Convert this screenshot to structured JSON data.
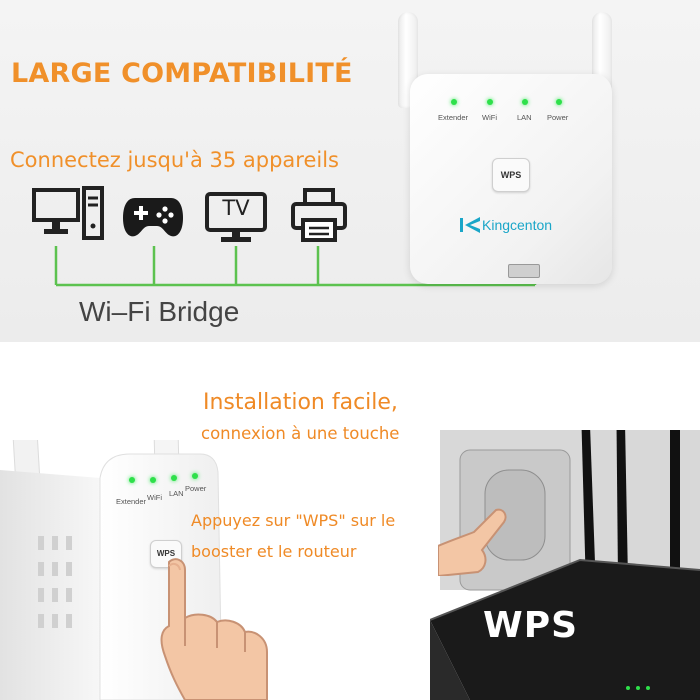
{
  "top": {
    "headline": "LARGE COMPATIBILITÉ",
    "subline": "Connectez jusqu'à 35 appareils",
    "bridge_label": "Wi–Fi Bridge",
    "devices": [
      {
        "icon": "desktop-computer-icon"
      },
      {
        "icon": "gamepad-icon"
      },
      {
        "icon": "tv-icon",
        "label": "TV"
      },
      {
        "icon": "printer-icon"
      }
    ],
    "extender": {
      "leds": [
        "Extender",
        "WiFi",
        "LAN",
        "Power"
      ],
      "wps_label": "WPS",
      "brand": "Kingcenton"
    }
  },
  "bottom": {
    "title": "Installation facile,",
    "subtitle": "connexion à une touche",
    "instruction_line1": "Appuyez sur \"WPS\" sur le",
    "instruction_line2": "booster et le routeur",
    "extender": {
      "leds": [
        "Extender",
        "WiFi",
        "LAN",
        "Power"
      ],
      "wps_label": "WPS"
    },
    "router_label": "WPS"
  },
  "colors": {
    "accent_orange": "#f0902a",
    "cable_green": "#5cc24f",
    "led_green": "#2ee04a",
    "brand_cyan": "#1aa6c8"
  }
}
